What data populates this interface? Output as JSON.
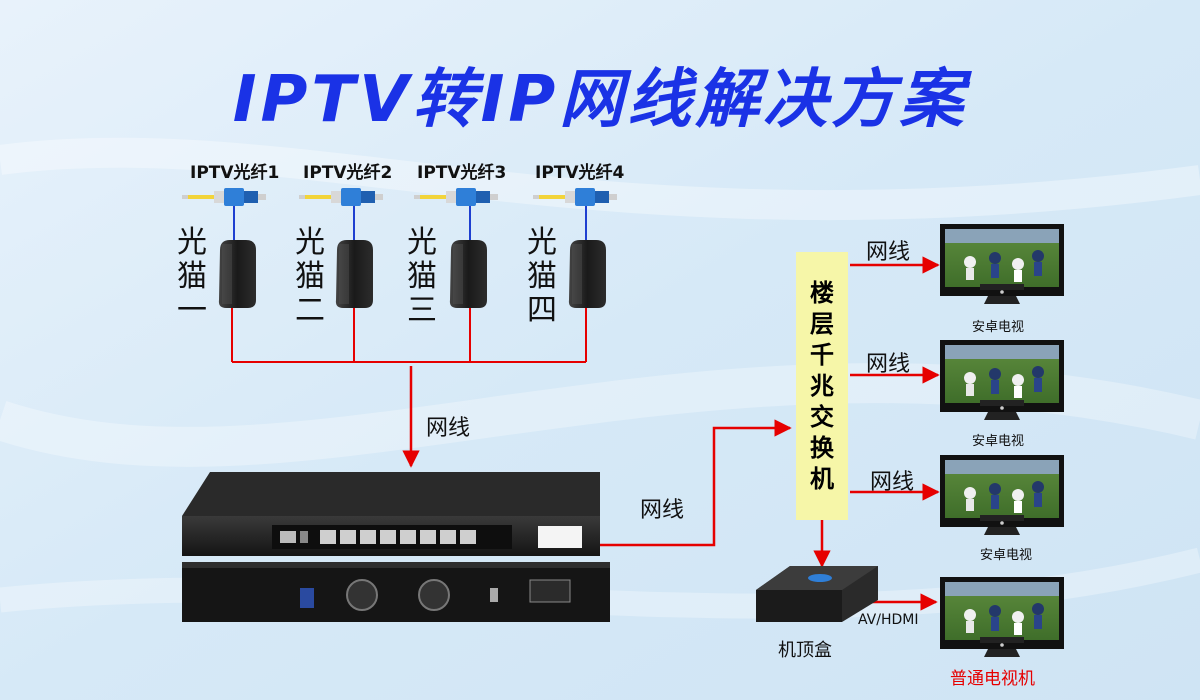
{
  "title": "IPTV转IP网线解决方案",
  "fibers": [
    {
      "label": "IPTV光纤1"
    },
    {
      "label": "IPTV光纤2"
    },
    {
      "label": "IPTV光纤3"
    },
    {
      "label": "IPTV光纤4"
    }
  ],
  "modems": [
    {
      "chars": [
        "光",
        "猫",
        "一"
      ]
    },
    {
      "chars": [
        "光",
        "猫",
        "二"
      ]
    },
    {
      "chars": [
        "光",
        "猫",
        "三"
      ]
    },
    {
      "chars": [
        "光",
        "猫",
        "四"
      ]
    }
  ],
  "cable_label": "网线",
  "switch_chars": [
    "楼",
    "层",
    "千",
    "兆",
    "交",
    "换",
    "机"
  ],
  "tvs": [
    {
      "caption": "安卓电视"
    },
    {
      "caption": "安卓电视"
    },
    {
      "caption": "安卓电视"
    }
  ],
  "stb": {
    "label": "机顶盒",
    "link_label": "AV/HDMI"
  },
  "normal_tv": {
    "caption": "普通电视机"
  },
  "colors": {
    "title": "#1a32e6",
    "wire_red": "#e60000",
    "fiber_blue": "#1e3fd0",
    "switch_bg": "#f6f6a8",
    "connector_blue": "#2f7fd8",
    "cable_yellow": "#f2d43a"
  }
}
